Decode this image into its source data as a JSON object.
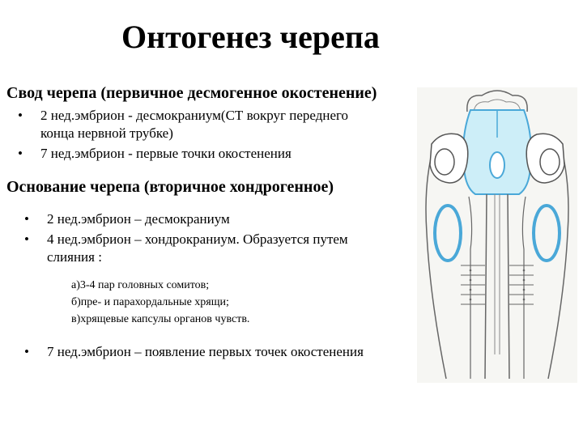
{
  "title": "Онтогенез черепа",
  "section1": {
    "heading": "Свод черепа (первичное десмогенное окостенение)",
    "items": [
      "2 нед.эмбрион - десмокраниум(СТ вокруг переднего конца нервной трубке)",
      "7 нед.эмбрион - первые точки окостенения"
    ]
  },
  "section2": {
    "heading": "Основание черепа (вторичное хондрогенное)",
    "items": [
      "2 нед.эмбрион – десмокраниум",
      "4 нед.эмбрион – хондрокраниум. Образуется путем слияния :"
    ],
    "subitems": [
      "а)3-4 пар головных сомитов;",
      "б)пре- и парахордальные хрящи;",
      "в)хрящевые капсулы органов чувств."
    ],
    "last_item": "7 нед.эмбрион – появление первых точек окостенения"
  },
  "bullet": "•",
  "colors": {
    "cartilage_fill": "#cdeef8",
    "cartilage_stroke": "#4aa8d8",
    "outline": "#555555"
  }
}
